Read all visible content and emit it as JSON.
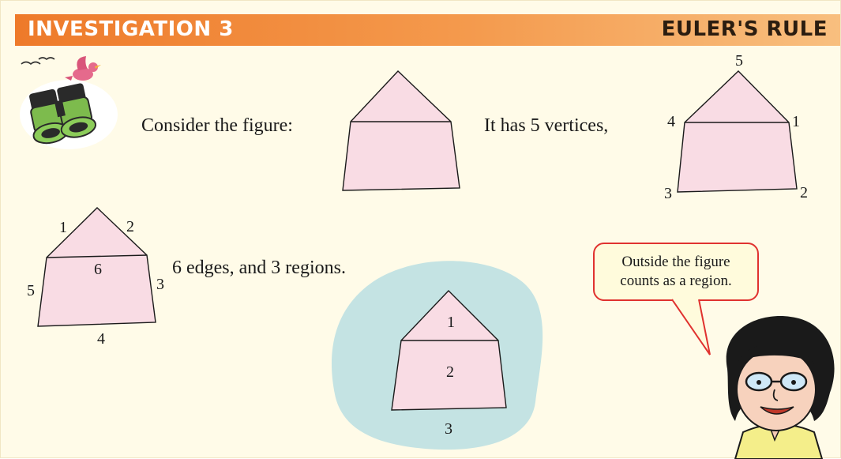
{
  "header": {
    "title": "INVESTIGATION 3",
    "topic": "EULER'S RULE"
  },
  "text": {
    "consider": "Consider the figure:",
    "vertices_phrase": "It has 5 vertices,",
    "edges_regions_phrase": "6 edges, and 3 regions."
  },
  "vertex_labels": [
    "1",
    "2",
    "3",
    "4",
    "5"
  ],
  "edge_labels": [
    "1",
    "2",
    "3",
    "4",
    "5",
    "6"
  ],
  "region_labels": [
    "1",
    "2",
    "3"
  ],
  "speech_bubble": {
    "line1": "Outside the figure",
    "line2": "counts as a region."
  },
  "colors": {
    "header_start": "#ee7a2a",
    "header_end": "#f8bf7f",
    "figure_fill": "#f9dce4",
    "outside_region": "#c4e3e3",
    "bubble_border": "#e0322f",
    "page_background": "#fffbe8"
  }
}
